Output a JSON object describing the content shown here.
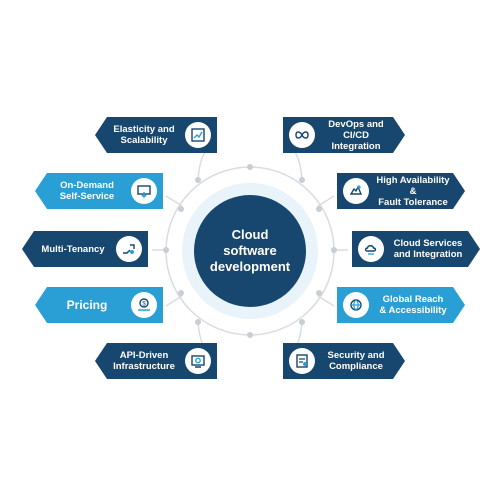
{
  "center": {
    "line1": "Cloud",
    "line2": "software",
    "line3": "development"
  },
  "items": [
    {
      "label1": "Elasticity and",
      "label2": "Scalability",
      "icon": "scalability-icon"
    },
    {
      "label1": "DevOps and",
      "label2": "CI/CD Integration",
      "icon": "devops-infinity-icon"
    },
    {
      "label1": "On-Demand",
      "label2": "Self-Service",
      "icon": "self-service-icon"
    },
    {
      "label1": "High Availability &",
      "label2": "Fault Tolerance",
      "icon": "availability-icon"
    },
    {
      "label1": "Multi-Tenancy",
      "label2": "",
      "icon": "multi-tenancy-icon"
    },
    {
      "label1": "Cloud Services",
      "label2": "and Integration",
      "icon": "cloud-icon"
    },
    {
      "label1": "Pricing",
      "label2": "",
      "icon": "pricing-icon"
    },
    {
      "label1": "Global Reach",
      "label2": "& Accessibility",
      "icon": "global-reach-icon"
    },
    {
      "label1": "API-Driven",
      "label2": "Infrastructure",
      "icon": "api-gear-icon"
    },
    {
      "label1": "Security and",
      "label2": "Compliance",
      "icon": "security-icon"
    }
  ],
  "colors": {
    "dark": "#17476e",
    "light": "#2a9fd6",
    "ring": "#d9dde2"
  }
}
